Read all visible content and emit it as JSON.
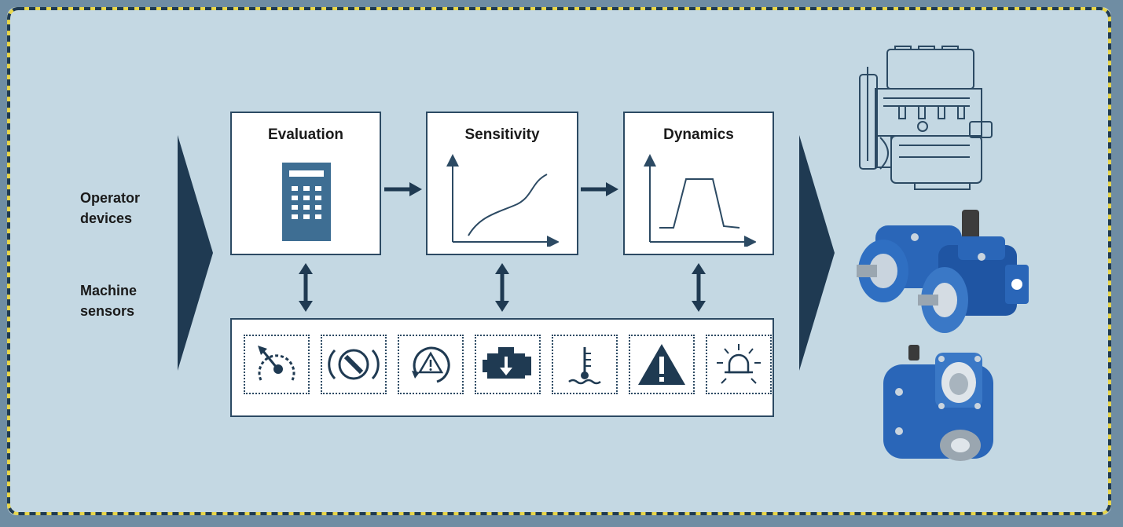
{
  "inputs": {
    "operator_devices": [
      "Operator",
      "devices"
    ],
    "machine_sensors": [
      "Machine",
      "sensors"
    ]
  },
  "stages": [
    {
      "title": "Evaluation",
      "icon": "calculator-icon"
    },
    {
      "title": "Sensitivity",
      "icon": "rising-curve-graph-icon"
    },
    {
      "title": "Dynamics",
      "icon": "pulse-graph-icon"
    }
  ],
  "indicator_icons": [
    "speedometer-icon",
    "brake-warning-icon",
    "stability-warning-icon",
    "engine-down-icon",
    "coolant-temperature-icon",
    "warning-triangle-icon",
    "light-icon"
  ],
  "outputs": [
    "diesel-engine-drawing",
    "axial-piston-pump-image",
    "gear-pump-image"
  ],
  "colors": {
    "background": "#c4d8e3",
    "outer": "#6f8da3",
    "dark_blue": "#1f3a52",
    "border_yellow": "#e8d64a",
    "product_blue": "#2a66b8"
  }
}
